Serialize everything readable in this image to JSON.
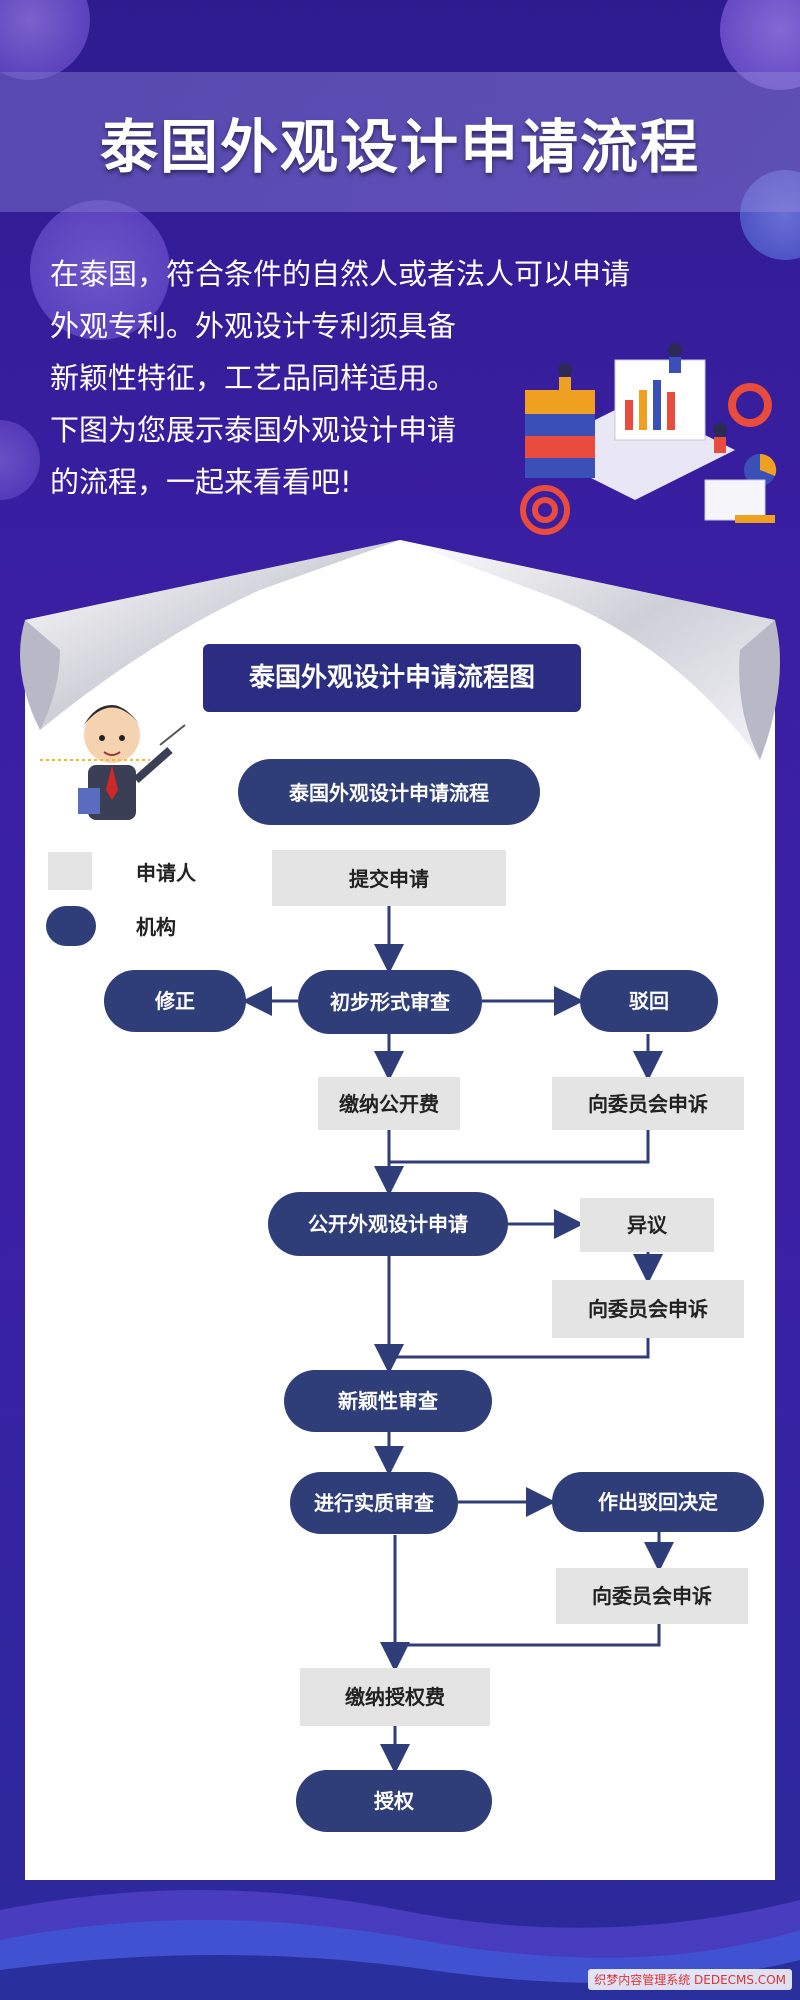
{
  "header": {
    "title": "泰国外观设计申请流程"
  },
  "intro": {
    "lines": [
      "在泰国，符合条件的自然人或者法人可以申请",
      "外观专利。外观设计专利须具备",
      "新颖性特征，工艺品同样适用。",
      "下图为您展示泰国外观设计申请",
      "的流程，一起来看看吧!"
    ]
  },
  "diagram": {
    "title": "泰国外观设计申请流程图",
    "legend": {
      "applicant": "申请人",
      "institution": "机构"
    },
    "nodes": {
      "start": "泰国外观设计申请流程",
      "submit": "提交申请",
      "prelim": "初步形式审查",
      "correct": "修正",
      "reject": "驳回",
      "pay_pub": "缴纳公开费",
      "appeal1": "向委员会申诉",
      "publish": "公开外观设计申请",
      "objection": "异议",
      "appeal2": "向委员会申诉",
      "novelty": "新颖性审查",
      "substantive": "进行实质审查",
      "reject_decision": "作出驳回决定",
      "appeal3": "向委员会申诉",
      "pay_grant": "缴纳授权费",
      "grant": "授权"
    },
    "colors": {
      "institution_fill": "#2f3d78",
      "applicant_fill": "#e4e4e4",
      "arrow": "#2f3d78"
    }
  },
  "footer": {
    "brand": "织梦内容管理系统 DEDECMS.COM"
  }
}
